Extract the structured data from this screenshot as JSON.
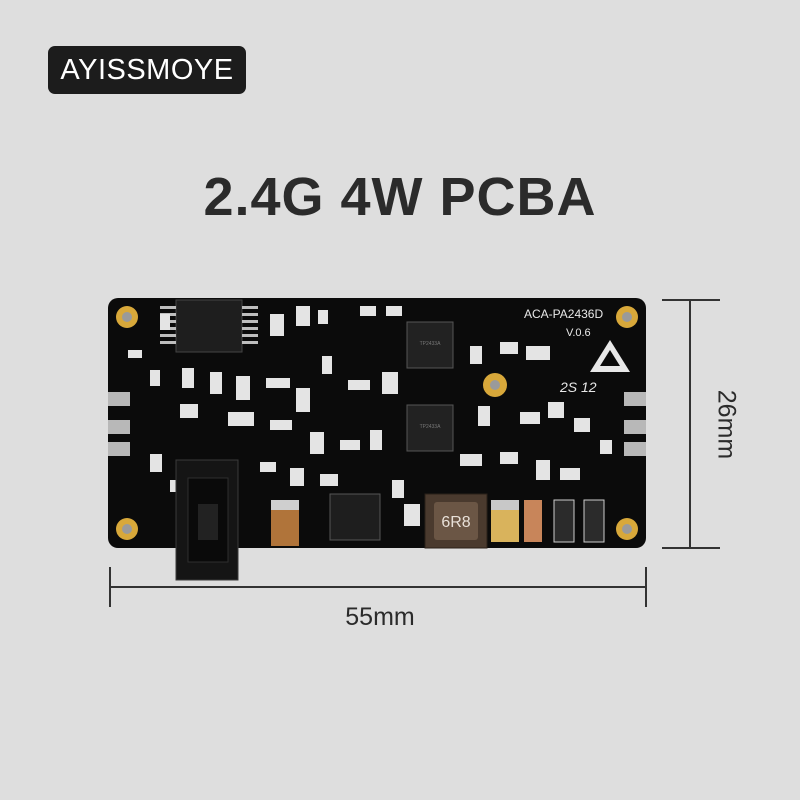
{
  "brand": "AYISSMOYE",
  "title": "2.4G 4W PCBA",
  "board": {
    "model": "ACA-PA2436D",
    "version": "V.0.6",
    "date_code": "2S 12",
    "inductor_marking": "6R8",
    "chip_marking": "TP2433A",
    "colors": {
      "pcb": "#0b0b0b",
      "pad": "#d8a83a",
      "silkscreen": "#e8e8e8"
    }
  },
  "dimensions": {
    "width": "55mm",
    "height": "26mm"
  }
}
